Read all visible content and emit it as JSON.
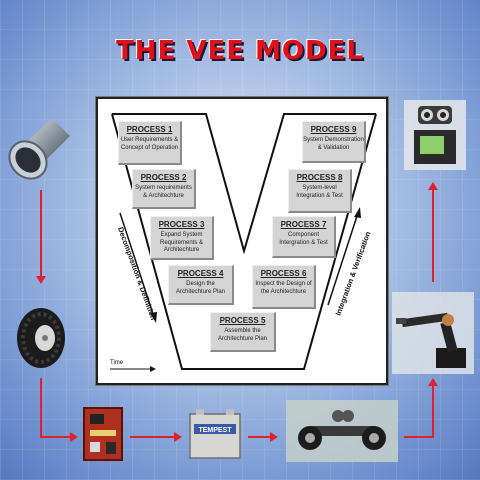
{
  "title": "THE VEE MODEL",
  "processes": [
    {
      "heading": "PROCESS 1",
      "desc": "User Requirements & Concept of Operation"
    },
    {
      "heading": "PROCESS 2",
      "desc": "System requirements & Architechture"
    },
    {
      "heading": "PROCESS 3",
      "desc": "Expand System Requirements & Architechture"
    },
    {
      "heading": "PROCESS 4",
      "desc": "Design the Architechture Plan"
    },
    {
      "heading": "PROCESS 5",
      "desc": "Assemble the Architechture Plan"
    },
    {
      "heading": "PROCESS 6",
      "desc": "Inspect the Design of the Architechture"
    },
    {
      "heading": "PROCESS 7",
      "desc": "Component Intergration & Test"
    },
    {
      "heading": "PROCESS 8",
      "desc": "System-level Integration & Test"
    },
    {
      "heading": "PROCESS 9",
      "desc": "System Demonstration & Validation"
    }
  ],
  "left_axis_label": "Decomposition & Definition",
  "right_axis_label": "Integration & Verification",
  "time_label": "Time",
  "colors": {
    "title": "#e3101a",
    "arrow": "#e0202a",
    "process_box": "#d4d4d4"
  },
  "icons": [
    "pipe-icon",
    "wheel-icon",
    "circuit-board-icon",
    "battery-icon",
    "robot-chassis-icon",
    "robot-arm-icon",
    "robot-head-icon"
  ]
}
